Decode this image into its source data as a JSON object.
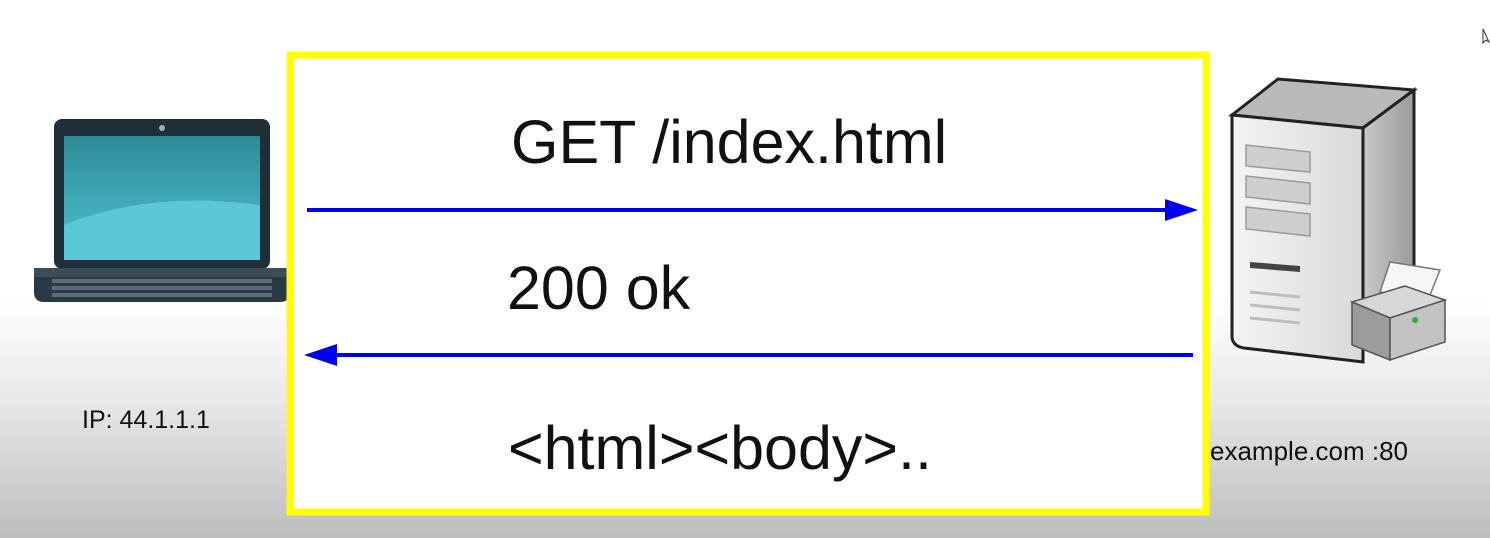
{
  "client": {
    "ip_label": "IP: 44.1.1.1",
    "icon": "laptop-icon"
  },
  "server": {
    "host_label": "example.com :80",
    "icon": "server-tower-icon"
  },
  "exchange": {
    "request": "GET /index.html",
    "response_status": "200 ok",
    "response_body": "<html><body>..",
    "frame_color": "#ffff00",
    "arrow_color": "#0000ee"
  }
}
